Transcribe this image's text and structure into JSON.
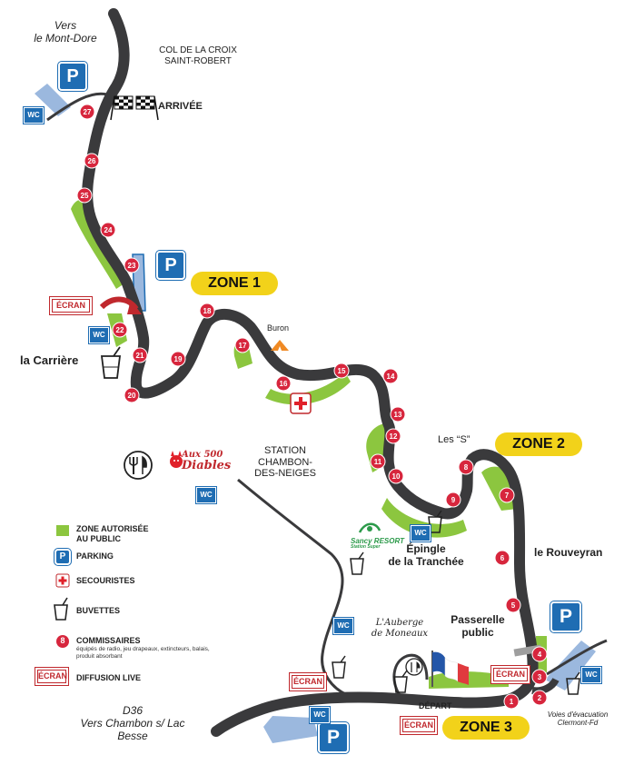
{
  "top": {
    "vers_line1": "Vers",
    "vers_line2": "le Mont-Dore",
    "col_line1": "COL DE LA CROIX",
    "col_line2": "SAINT-ROBERT",
    "arrivee": "ARRIVÉE"
  },
  "zones": {
    "zone1": "ZONE 1",
    "zone2": "ZONE 2",
    "zone3": "ZONE 3"
  },
  "places": {
    "carriere": "la Carrière",
    "buron": "Buron",
    "les_s": "Les “S”",
    "station_line1": "STATION",
    "station_line2": "CHAMBON-",
    "station_line3": "DES-NEIGES",
    "epingle_line1": "Épingle",
    "epingle_line2": "de la Tranchée",
    "rouveyran": "le Rouveyran",
    "passerelle_line1": "Passerelle",
    "passerelle_line2": "public",
    "auberge_line1": "L'Auberge",
    "auberge_line2": "de Moneaux",
    "depart": "DÉPART",
    "evacuation_line1": "Voies d'évacuation",
    "evacuation_line2": "Clermont-Fd",
    "d36": "D36",
    "vers_chambon": "Vers Chambon s/ Lac",
    "besse": "Besse",
    "aux500_line1": "Aux 500",
    "aux500_line2": "Diables",
    "sancy_line1": "Sancy RESORT",
    "sancy_line2": "Station Super"
  },
  "icons": {
    "parking": "P",
    "wc": "WC",
    "ecran": "ÉCRAN"
  },
  "legend": {
    "zone_line1": "ZONE AUTORISÉE",
    "zone_line2": "AU PUBLIC",
    "parking": "PARKING",
    "secouristes": "SECOURISTES",
    "buvettes": "BUVETTES",
    "commissaires": "COMMISSAIRES",
    "commissaires_number": "8",
    "commissaires_detail": "équipés de radio, jeu drapeaux, extincteurs, balais, produit absorbant",
    "diffusion": "DIFFUSION LIVE"
  },
  "markers": [
    "1",
    "2",
    "3",
    "4",
    "5",
    "6",
    "7",
    "8",
    "9",
    "10",
    "11",
    "12",
    "13",
    "14",
    "15",
    "16",
    "17",
    "18",
    "19",
    "20",
    "21",
    "22",
    "23",
    "24",
    "25",
    "26",
    "27"
  ],
  "colors": {
    "road": "#3a3a3c",
    "public_zone": "#8cc63f",
    "commissaire": "#d7263d",
    "parking": "#1f6db3",
    "zone_label": "#f2d21a",
    "ecran": "#c0282d",
    "water": "#9bb8de"
  }
}
